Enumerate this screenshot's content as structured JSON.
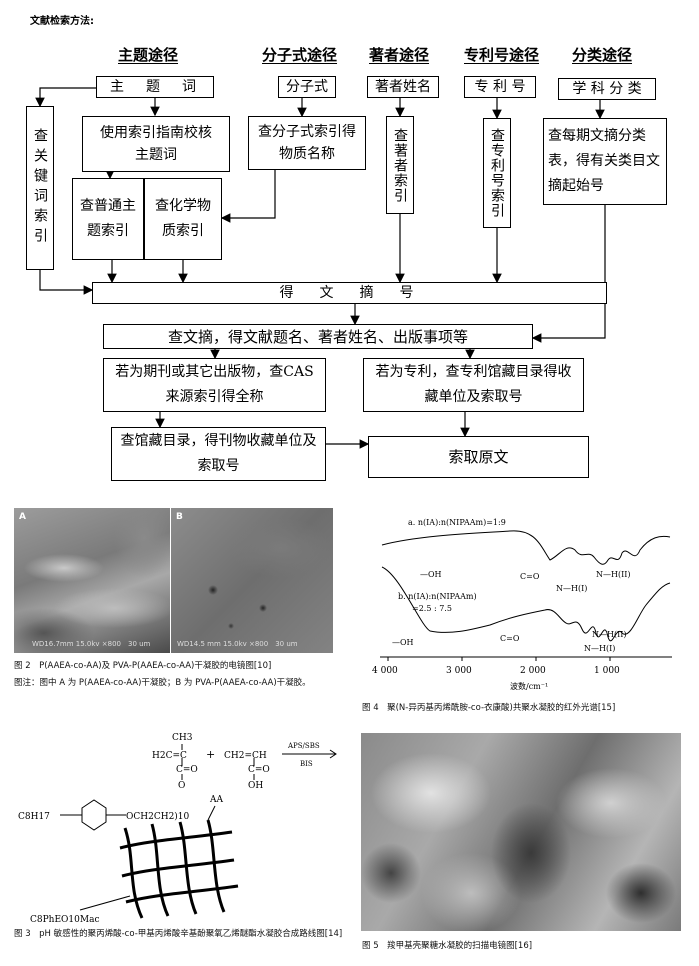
{
  "header": {
    "label": "文献检索方法:"
  },
  "routes": {
    "subject": "主题途径",
    "formula": "分子式途径",
    "author": "著者途径",
    "patent_no": "专利号途径",
    "classification": "分类途径"
  },
  "boxes": {
    "subject_term": "主　题　词",
    "formula": "分子式",
    "author_name": "著者姓名",
    "patent_no": "专 利 号",
    "subject_class": "学 科 分 类",
    "check_keyword_index": "查关键词索引",
    "use_index_guide": "使用索引指南校核主题词",
    "check_formula_index": "查分子式索引得物质名称",
    "check_author_index": "查著者索引",
    "check_patent_index": "查专利号索引",
    "check_class_table": "查每期文摘分类表，得有关类目文摘起始号",
    "check_general_subject": "查普通主题索引",
    "check_chem_substance": "查化学物质索引",
    "abstract_no": "得　文　摘　号",
    "check_abstract": "查文摘，得文献题名、著者姓名、出版事项等",
    "periodical_case": "若为期刊或其它出版物，查CAS来源索引得全称",
    "patent_case": "若为专利，查专利馆藏目录得收藏单位及索取号",
    "check_holdings": "查馆藏目录，得刊物收藏单位及索取号",
    "get_original": "索取原文"
  },
  "figures": {
    "fig2": {
      "panel_a": "A",
      "panel_b": "B",
      "scale_a": "WD16.7mm 15.0kv ×800　30 um",
      "scale_b": "WD14.5 mm 15.0kv ×800　30 um",
      "caption": "图 2　P(AAEA-co-AA)及 PVA-P(AAEA-co-AA)干凝胶的电镜图[10]",
      "note": "图注：图中 A 为 P(AAEA-co-AA)干凝胶；B 为 PVA-P(AAEA-co-AA)干凝胶。"
    },
    "fig4": {
      "curve_a": "a. n(IA):n(NIPAAm)=1:9",
      "curve_b1": "b. n(IA):n(NIPAAm)",
      "curve_b2": "=2.5 : 7.5",
      "oh_a": "—OH",
      "oh_b": "—OH",
      "co_a": "C=O",
      "co_b": "C=O",
      "nh1_a": "N—H(I)",
      "nh2_a": "N—H(II)",
      "nh1_b": "N—H(I)",
      "nh2_b": "N—H(II)",
      "x_ticks": [
        "4 000",
        "3 000",
        "2 000",
        "1 000"
      ],
      "x_label": "波数/cm⁻¹",
      "caption": "图 4　聚(N-异丙基丙烯酰胺-co-衣康酸)共聚水凝胶的红外光谱[15]"
    },
    "fig3": {
      "ch3": "CH3",
      "h2c": "H2C=C",
      "c1": "C=O",
      "o1": "O",
      "plus": "+",
      "ch2ch": "CH2=CH",
      "c2": "C=O",
      "oh": "OH",
      "aps": "APS/SBS",
      "bis": "BIS",
      "c8h17": "C8H17",
      "chain": "OCH2CH2)10",
      "aa": "AA",
      "mac": "C8PhEO10Mac",
      "caption": "图 3　pH 敏感性的聚丙烯酸-co-甲基丙烯酸辛基酚聚氧乙烯醚酯水凝胶合成路线图[14]"
    },
    "fig5": {
      "caption": "图 5　羧甲基壳聚糖水凝胶的扫描电镜图[16]"
    }
  }
}
